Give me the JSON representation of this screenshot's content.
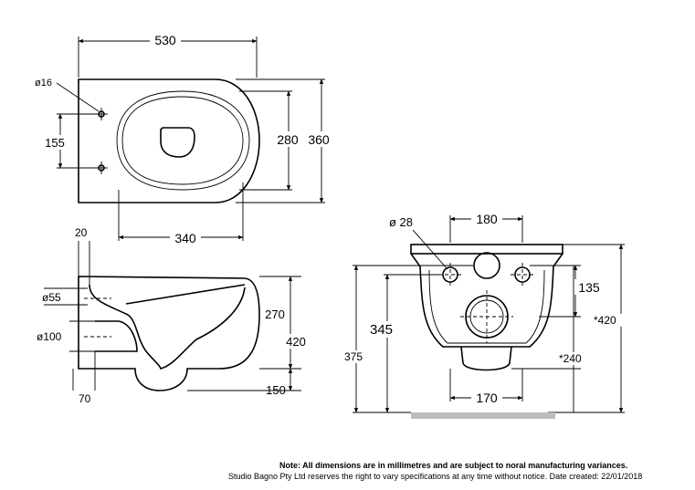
{
  "top_view": {
    "width_overall": "530",
    "hole_dia": "ø16",
    "fixing_spacing": "155",
    "bowl_width": "280",
    "overall_width": "360",
    "bowl_length": "340"
  },
  "side_view": {
    "rear_offset": "20",
    "inlet_dia": "ø55",
    "outlet_dia": "ø100",
    "outlet_offset": "70",
    "upper_height": "270",
    "total_height": "420",
    "lower_height": "150"
  },
  "rear_view": {
    "fixing_hole_dia": "ø 28",
    "fixing_spacing": "180",
    "hole_height": "135",
    "overall_height": "*420",
    "height_345": "345",
    "height_375": "375",
    "height_240": "*240",
    "outlet_spacing": "170"
  },
  "notes": {
    "line1": "Note: All dimensions are in millimetres and are subject to noral manufacturing variances.",
    "line2": "Studio Bagno Pty Ltd reserves the right to vary specifications  at any time without notice.  Date created: 22/01/2018"
  }
}
